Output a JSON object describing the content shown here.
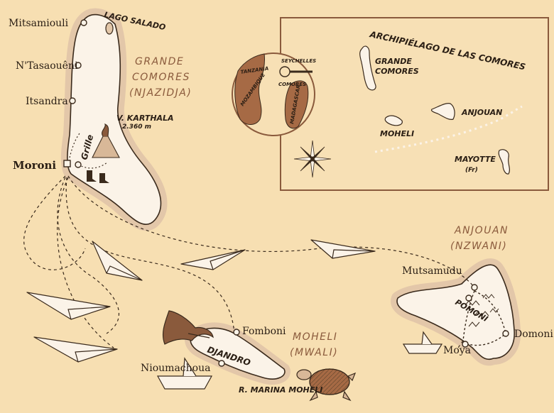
{
  "colors": {
    "sea": "#f7dfb2",
    "island_fill": "#fbf3e8",
    "island_halo": "#e3c7a9",
    "outline": "#3a2a1c",
    "inset_bg": "#f7e0b5",
    "inset_land": "#a66a45",
    "accent_text": "#8a5a3c"
  },
  "islands": {
    "grande_comore": {
      "name": "GRANDE",
      "name2": "COMORES",
      "local": "(NJAZIDJA)"
    },
    "moheli": {
      "name": "MOHELI",
      "local": "(MWALI)"
    },
    "anjouan": {
      "name": "ANJOUAN",
      "local": "(NZWANI)"
    }
  },
  "places": {
    "mitsamiouli": "Mitsamiouli",
    "lago_salado": "LAGO SALADO",
    "ntsaoueni": "N'Tasaouêni",
    "itsandra": "Itsandra",
    "moroni": "Moroni",
    "grille": "Grille",
    "karthala": "V. KARTHALA",
    "karthala_alt": "2.360 m",
    "fomboni": "Fomboni",
    "djandro": "DJANDRO",
    "nioumachoua": "Nioumachoua",
    "marina": "R. MARINA MOHELI",
    "mutsamudu": "Mutsamudu",
    "domoni": "Domoni",
    "moya": "Moya",
    "pomoni": "POMONI"
  },
  "inset": {
    "title": "ARCHIPIÉLAGO DE LAS COMORES",
    "grande": "GRANDE",
    "grande2": "COMORES",
    "moheli": "MOHELI",
    "anjouan": "ANJOUAN",
    "mayotte": "MAYOTTE",
    "mayotte_note": "(Fr)",
    "locator": {
      "seychelles": "SEYCHELLES",
      "tanzania": "TANZANIA",
      "comores": "COMORES",
      "mozambique": "MOZAMBIQUE",
      "madagascar": "MADAGASCAR"
    }
  },
  "icons": [
    "paper-plane-icon",
    "boat-icon",
    "turtle-icon",
    "bat-icon",
    "volcano-icon",
    "boots-icon",
    "compass-rose-icon",
    "magnifier-icon"
  ]
}
